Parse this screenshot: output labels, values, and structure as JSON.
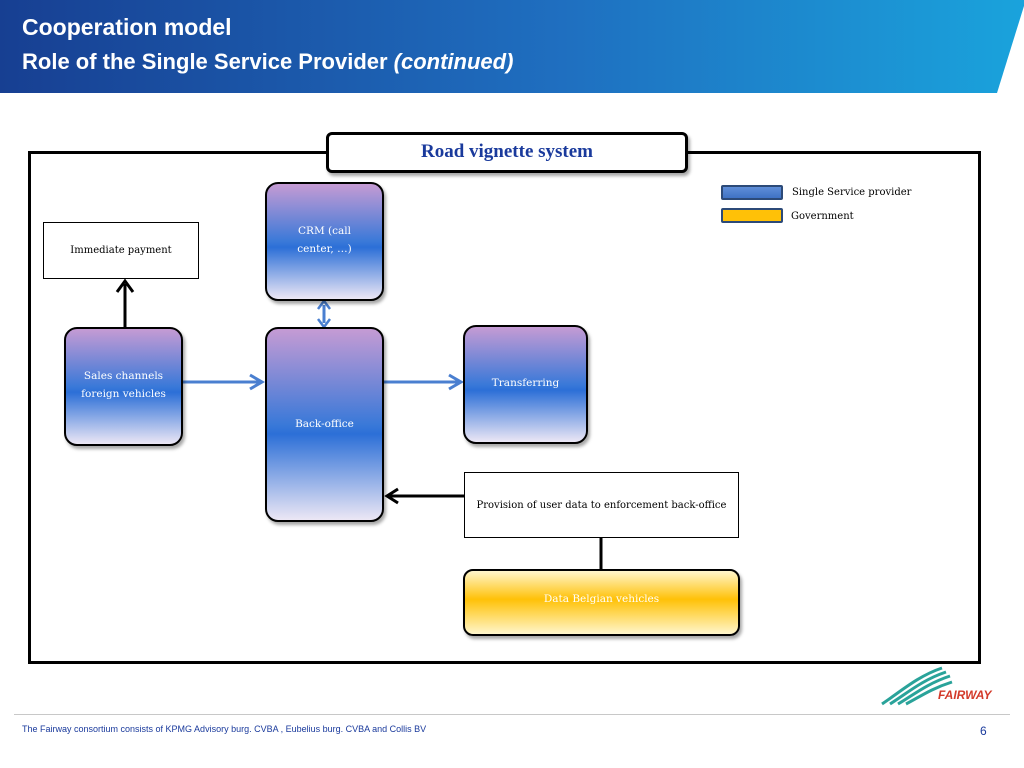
{
  "header": {
    "title": "Cooperation model",
    "subtitle_main": "Role of the Single Service Provider ",
    "subtitle_italic": "(continued)"
  },
  "diagram": {
    "system_title": "Road vignette system",
    "legend": [
      {
        "label": "Single Service provider",
        "color": "#4a7fd0"
      },
      {
        "label": "Government",
        "color": "#ffc107"
      }
    ],
    "nodes": {
      "immediate_payment": "Immediate payment",
      "crm_line1": "CRM (call",
      "crm_line2": "center, …)",
      "sales_line1": "Sales channels",
      "sales_line2": "foreign  vehicles",
      "back_office": "Back-office",
      "transferring": "Transferring",
      "provision": "Provision of user data to enforcement back-office",
      "data_belgian": "Data Belgian vehicles"
    }
  },
  "footer": {
    "text": "The Fairway consortium consists of KPMG Advisory burg. CVBA , Eubelius burg. CVBA and Collis BV",
    "page": "6",
    "logo_text": "FAIRWAY"
  }
}
